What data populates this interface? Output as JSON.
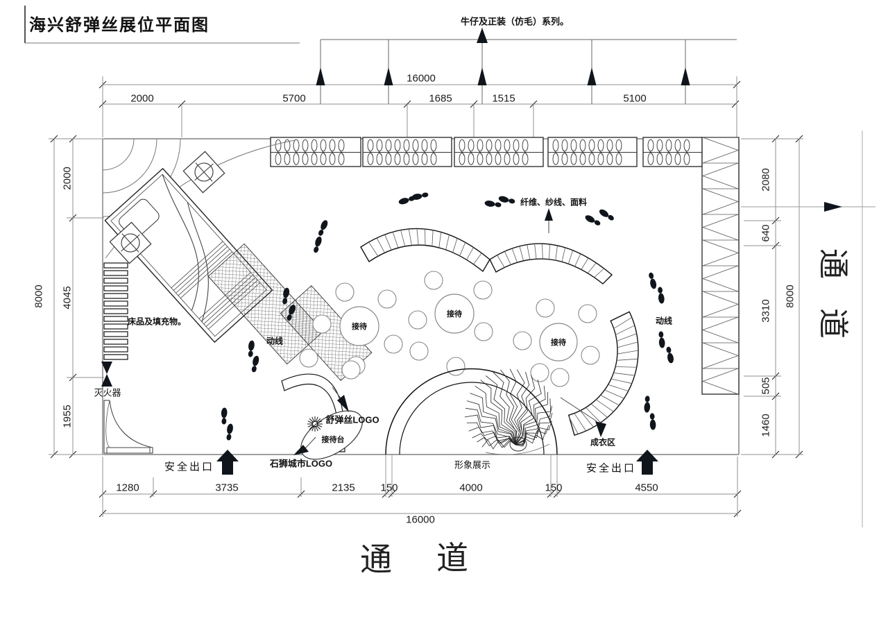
{
  "title": "海兴舒弹丝展位平面图",
  "annotations": {
    "series_note": "牛仔及正装（仿毛）系列。",
    "fiber": "纤维、纱线、面料",
    "bedding": "床品及填充物。",
    "fire_extinguisher": "灭火器",
    "flow": "动线",
    "reception": "接待",
    "reception_desk": "接待台",
    "shutansi_logo": "舒弹丝LOGO",
    "shishi_logo": "石狮城市LOGO",
    "safety_exit": "安全出口",
    "image_display": "形象展示",
    "garment_area": "成衣区"
  },
  "aisle": {
    "char1": "通",
    "char2": "道"
  },
  "dimensions": {
    "top_total": "16000",
    "top": [
      "2000",
      "5700",
      "1685",
      "1515",
      "5100"
    ],
    "left_total": "8000",
    "left": [
      "2000",
      "4045",
      "1955"
    ],
    "right_total": "8000",
    "right": [
      "2080",
      "640",
      "3310",
      "505",
      "1460"
    ],
    "bottom": [
      "1280",
      "3735",
      "2135",
      "150",
      "4000",
      "150",
      "4550"
    ],
    "bottom_total": "16000"
  },
  "colors": {
    "line": "#1a1a1a",
    "dim_line": "#8f8f8f",
    "solid": "#10151c"
  }
}
